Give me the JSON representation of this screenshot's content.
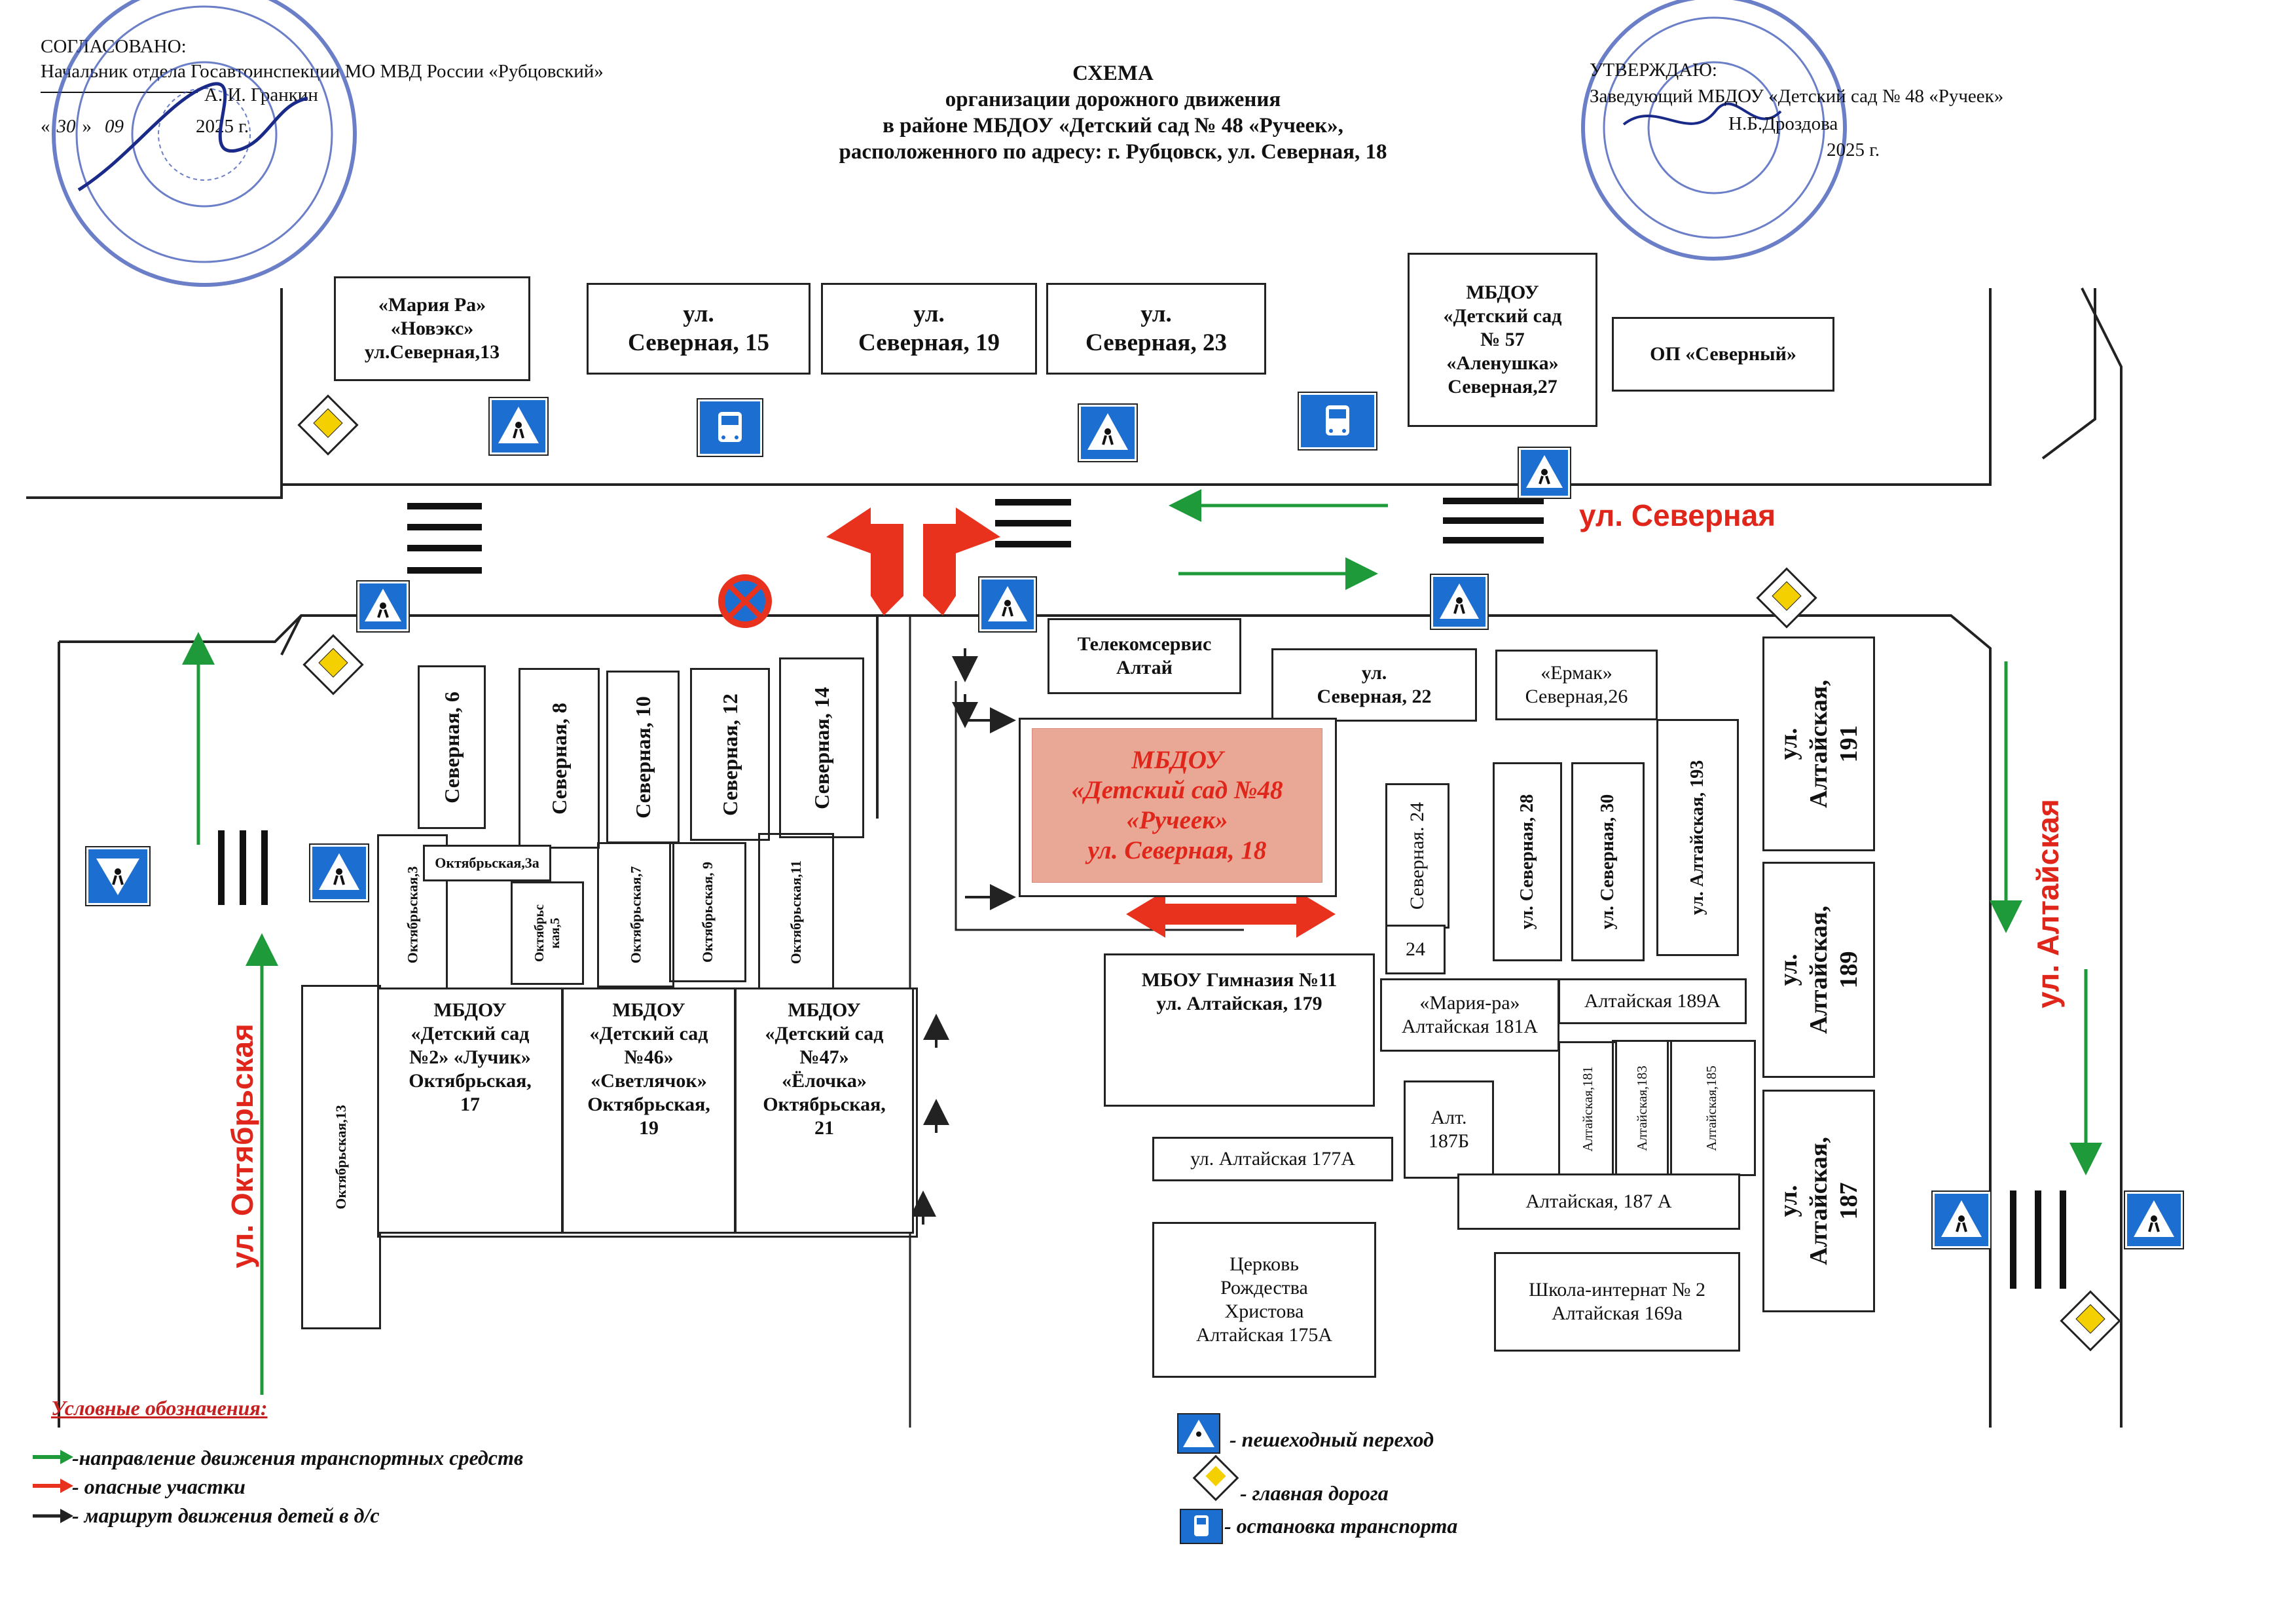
{
  "header": {
    "approved_left": {
      "title": "СОГЛАСОВАНО:",
      "position": "Начальник  отдела Госавтоинспекции МО  МВД России «Рубцовский»",
      "signature": "А. И. Гранкин",
      "date_prefix": "«",
      "date_day": "30",
      "date_mid": "»",
      "date_month": "09",
      "date_year": "2025 г."
    },
    "title": {
      "line1": "СХЕМА",
      "line2": "организации дорожного движения",
      "line3": "в районе МБДОУ «Детский сад № 48 «Ручеек»,",
      "line4": "расположенного по адресу: г. Рубцовск, ул. Северная, 18"
    },
    "approved_right": {
      "title": "УТВЕРЖДАЮ:",
      "position": "Заведующий МБДОУ «Детский сад № 48 «Ручеек»",
      "signature": "Н.Б.Дроздова",
      "date_year": "2025 г."
    }
  },
  "streets": {
    "severnaya": "ул. Северная",
    "oktyabrskaya": "ул. Октябрьская",
    "altayskaya": "ул. Алтайская"
  },
  "buildings": {
    "maria_ra_novex": [
      "«Мария Ра»",
      "«Новэкс»",
      "ул.Северная,13"
    ],
    "sev15": [
      "ул.",
      "Северная, 15"
    ],
    "sev19": [
      "ул.",
      "Северная, 19"
    ],
    "sev23": [
      "ул.",
      "Северная, 23"
    ],
    "ds57": [
      "МБДОУ",
      "«Детский сад",
      "№ 57",
      "«Аленушка»",
      "Северная,27"
    ],
    "op_severny": "ОП «Северный»",
    "telecom": [
      "Телекомсервис",
      "Алтай"
    ],
    "sev22": [
      "ул.",
      "Северная, 22"
    ],
    "ermak": [
      "«Ермак»",
      "Северная,26"
    ],
    "main_kindergarten": [
      "МБДОУ",
      "«Детский сад №48",
      "«Ручеек»",
      "ул. Северная, 18"
    ],
    "sev6": "Северная, 6",
    "sev8": "Северная, 8",
    "sev10": "Северная, 10",
    "sev12": "Северная, 12",
    "sev14": "Северная, 14",
    "okt3": "Октябрьская,3",
    "okt3a": "Октябрьская,3а",
    "okt5": "Октябрьс кая,5",
    "okt7": "Октябрьская,7",
    "okt9": "Октябрьская, 9",
    "okt11": "Октябрьская,11",
    "okt13": "Октябрьская,13",
    "ds2": [
      "МБДОУ",
      "«Детский сад",
      "№2» «Лучик»",
      "Октябрьская,",
      "17"
    ],
    "ds46": [
      "МБДОУ",
      "«Детский сад",
      "№46»",
      "«Светлячок»",
      "Октябрьская,",
      "19"
    ],
    "ds47": [
      "МБДОУ",
      "«Детский сад",
      "№47»",
      "«Ёлочка»",
      "Октябрьская,",
      "21"
    ],
    "gymnasium": [
      "МБОУ Гимназия №11",
      "ул. Алтайская, 179"
    ],
    "alt177a": "ул. Алтайская 177А",
    "church": [
      "Церковь",
      "Рождества",
      "Христова",
      "Алтайская 175А"
    ],
    "sev24_label": "Северная. 24",
    "sev24_num": "24",
    "sev28": "ул. Северная, 28",
    "sev30": "ул. Северная, 30",
    "alt193": "ул. Алтайская, 193",
    "alt191": "ул. Алтайская, 191",
    "alt189": "ул. Алтайская, 189",
    "alt187": "ул. Алтайская, 187",
    "maria_ra2": [
      "«Мария-ра»",
      "Алтайская 181А"
    ],
    "alt189a": "Алтайская 189А",
    "alt187b": [
      "Алт.",
      "187Б"
    ],
    "alt181": "Алтайская,181",
    "alt183": "Алтайская,183",
    "alt185": "Алтайская,185",
    "alt187a": "Алтайская, 187 А",
    "school2": [
      "Школа-интернат № 2",
      "Алтайская 169а"
    ]
  },
  "legend": {
    "title": "Условные обозначения:",
    "traffic_direction": "-направление движения транспортных средств",
    "danger_zones": "- опасные участки",
    "children_route": "- маршрут движения детей в д/с",
    "crosswalk": "- пешеходный переход",
    "main_road": "- главная дорога",
    "bus_stop": "- остановка транспорта"
  },
  "colors": {
    "traffic_arrow": "#1f9a3a",
    "danger": "#e8321e",
    "route": "#222222",
    "sign_blue": "#1c6fd1",
    "main_road_sign": "#f4d000",
    "kindergarten_fill": "#e9a795",
    "street_red": "#e0261a"
  }
}
